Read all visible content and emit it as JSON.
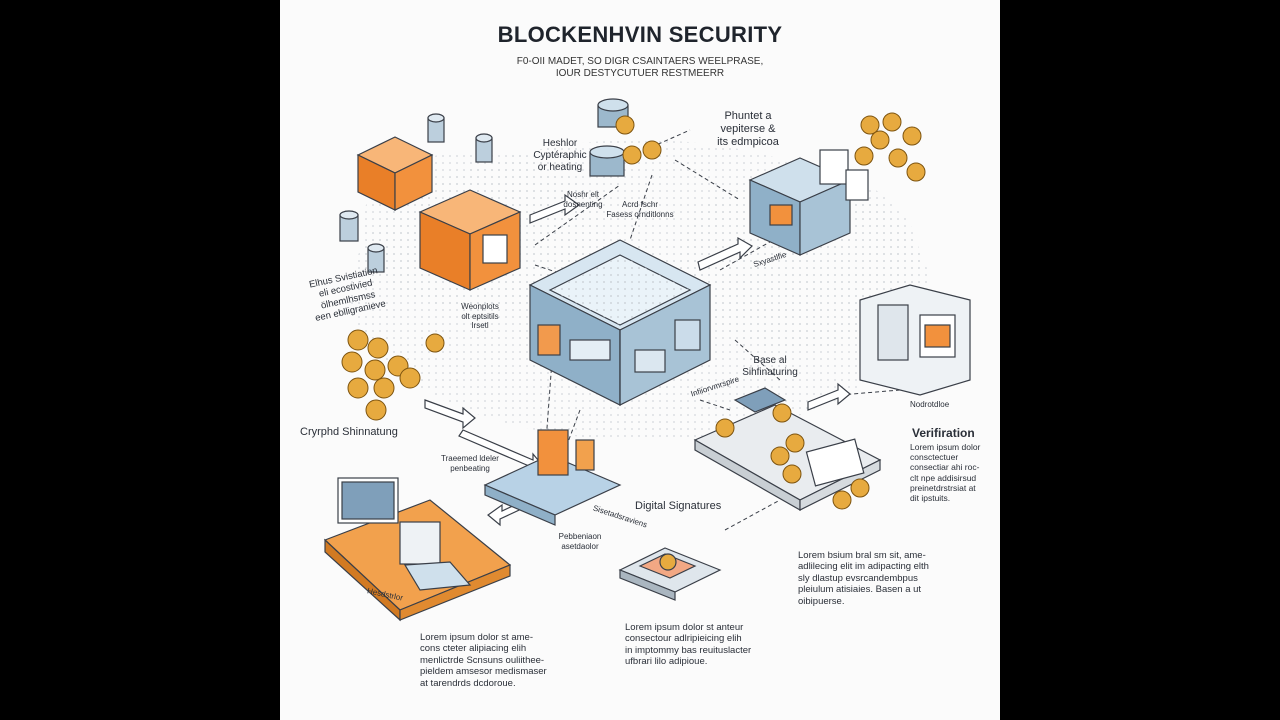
{
  "header": {
    "title": "BLOCKENHVIN SECURITY",
    "subtitle": "F0-OII MADET, SO DIGR CSAINTAERS WEELPRASE,\nIOUR DESTYCUTUER RESTMEERR"
  },
  "labels": {
    "hashing": "Heshlor\nCyptéraphic\nor heating",
    "hash_detail": "Noshr elt\ndosnenting",
    "access_conditions": "Acrd fschr\nFasess ornditlonns",
    "pointer": "Phuntet a\nvepiterse &\nits edmpicoa",
    "distribution": "Elhus Svistiation\neli ecostivied\nölhemlhsmss\neen eblligranieve",
    "workpoints": "Weonplots\nolt eptsitils\nIrsetl",
    "storage": "Sxyastlfie",
    "base_signaturing": "Base al\nSihfinaturing",
    "crypto_signaturing": "Cryrphd Shinnatung",
    "timestamped": "Traeemed ldeler\npenbeating",
    "infrastructure": "Infiiorvmrspire",
    "verification_title": "Verifiration",
    "verification_text": "Lorem ipsum dolor\nconsctectuer\nconsectiar ahi roc-\nclt npe addisirsud\npreinetdrstrsiat at\ndit ipstuits.",
    "digital_signatures": "Digital Signatures",
    "pennedisor": "Pebbeniaon\nasetdaolor",
    "signature_caption": "Sisetadsraviens",
    "laptop_caption": "Hesdstrlor",
    "monitor_caption": "Nodrotdloe",
    "lorem_left": "Lorem ipsum dolor st ame-\ncons cteter alipiacing elih\nmenlictrde Scnsuns ouliithee-\npieldem amsesor medismaser\nat tarendrds dcdoroue.",
    "lorem_center": "Lorem ipsum dolor st anteur\nconsectour adlripieicing elih\nin imptommy bas reuituslacter\nufbrari lilo adipioue.",
    "lorem_right": "Lorem bsium bral sm sit, ame-\nadlilecing elit im adipacting elth\nsly dlastup evsrcandembpus\npleiulum atisiaies. Basen a ut\noibipuerse."
  },
  "colors": {
    "orange": "#f2913d",
    "orange_dark": "#c9661c",
    "blue": "#7f9fba",
    "blue_light": "#cfe0ec",
    "gold": "#e7aa3f",
    "gold_dark": "#b67a16",
    "line": "#3a3f48"
  }
}
